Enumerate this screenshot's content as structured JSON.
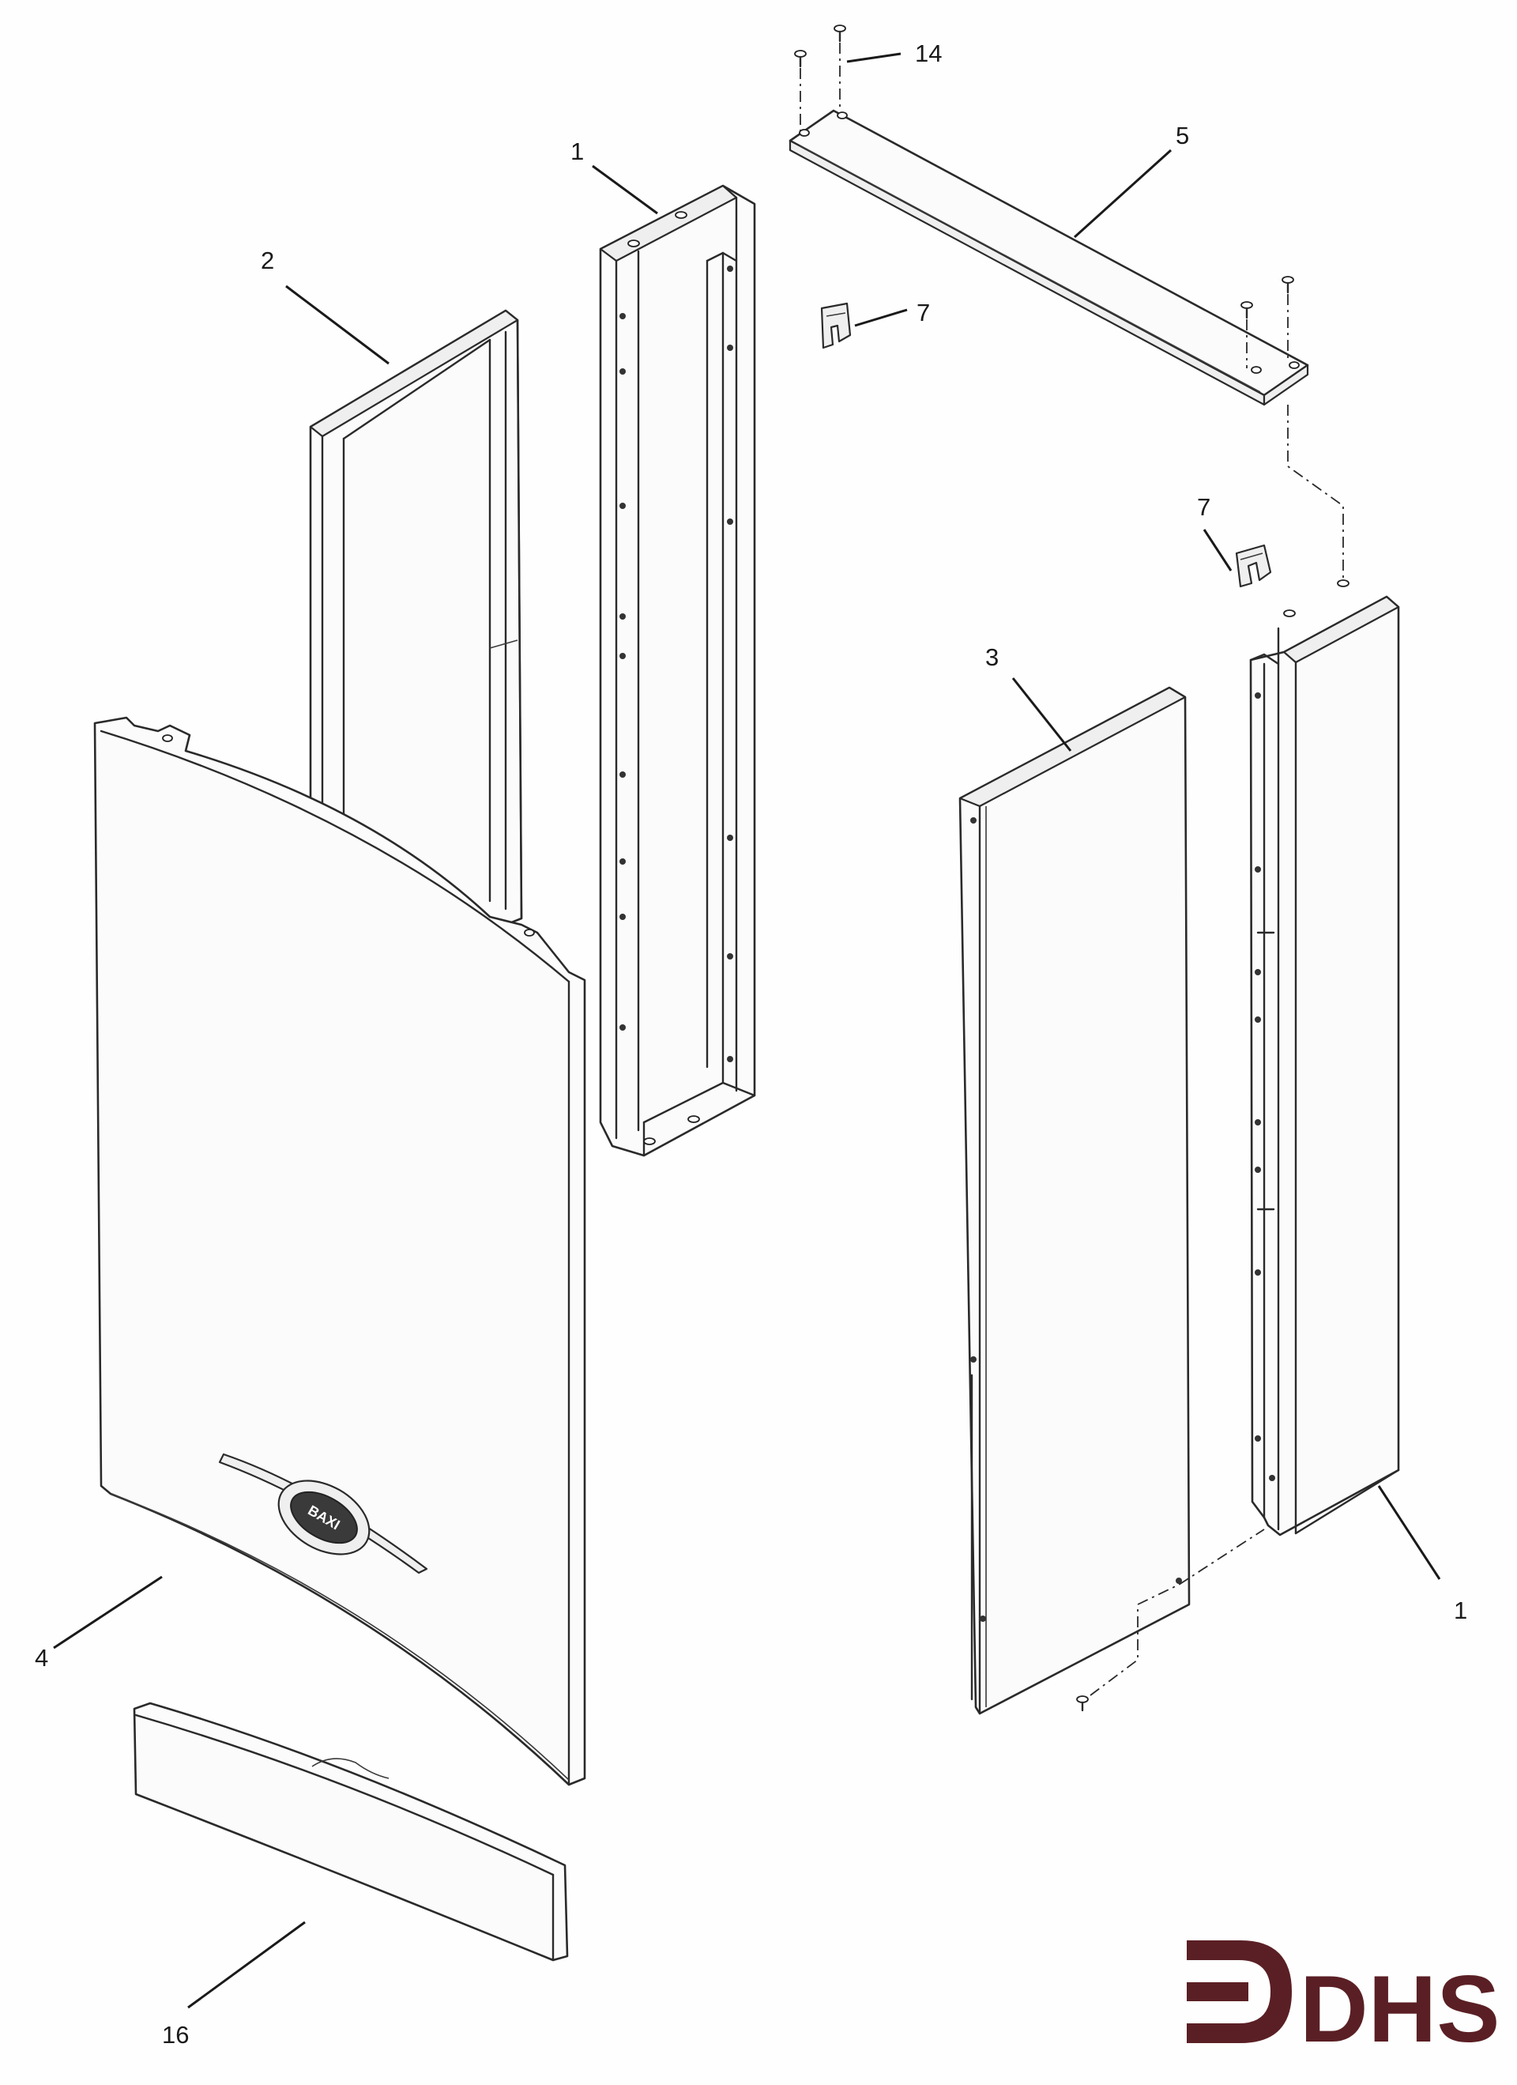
{
  "callouts": {
    "c14": "14",
    "c5": "5",
    "c1_top": "1",
    "c2": "2",
    "c7_top": "7",
    "c7_mid": "7",
    "c3": "3",
    "c1_right": "1",
    "c4": "4",
    "c16": "16"
  },
  "front_badge": "BAXI",
  "brand_logo": {
    "text": "DHS",
    "color": "#5a1f24"
  },
  "colors": {
    "line": "#2a2a2a",
    "paper": "#fefefe"
  }
}
